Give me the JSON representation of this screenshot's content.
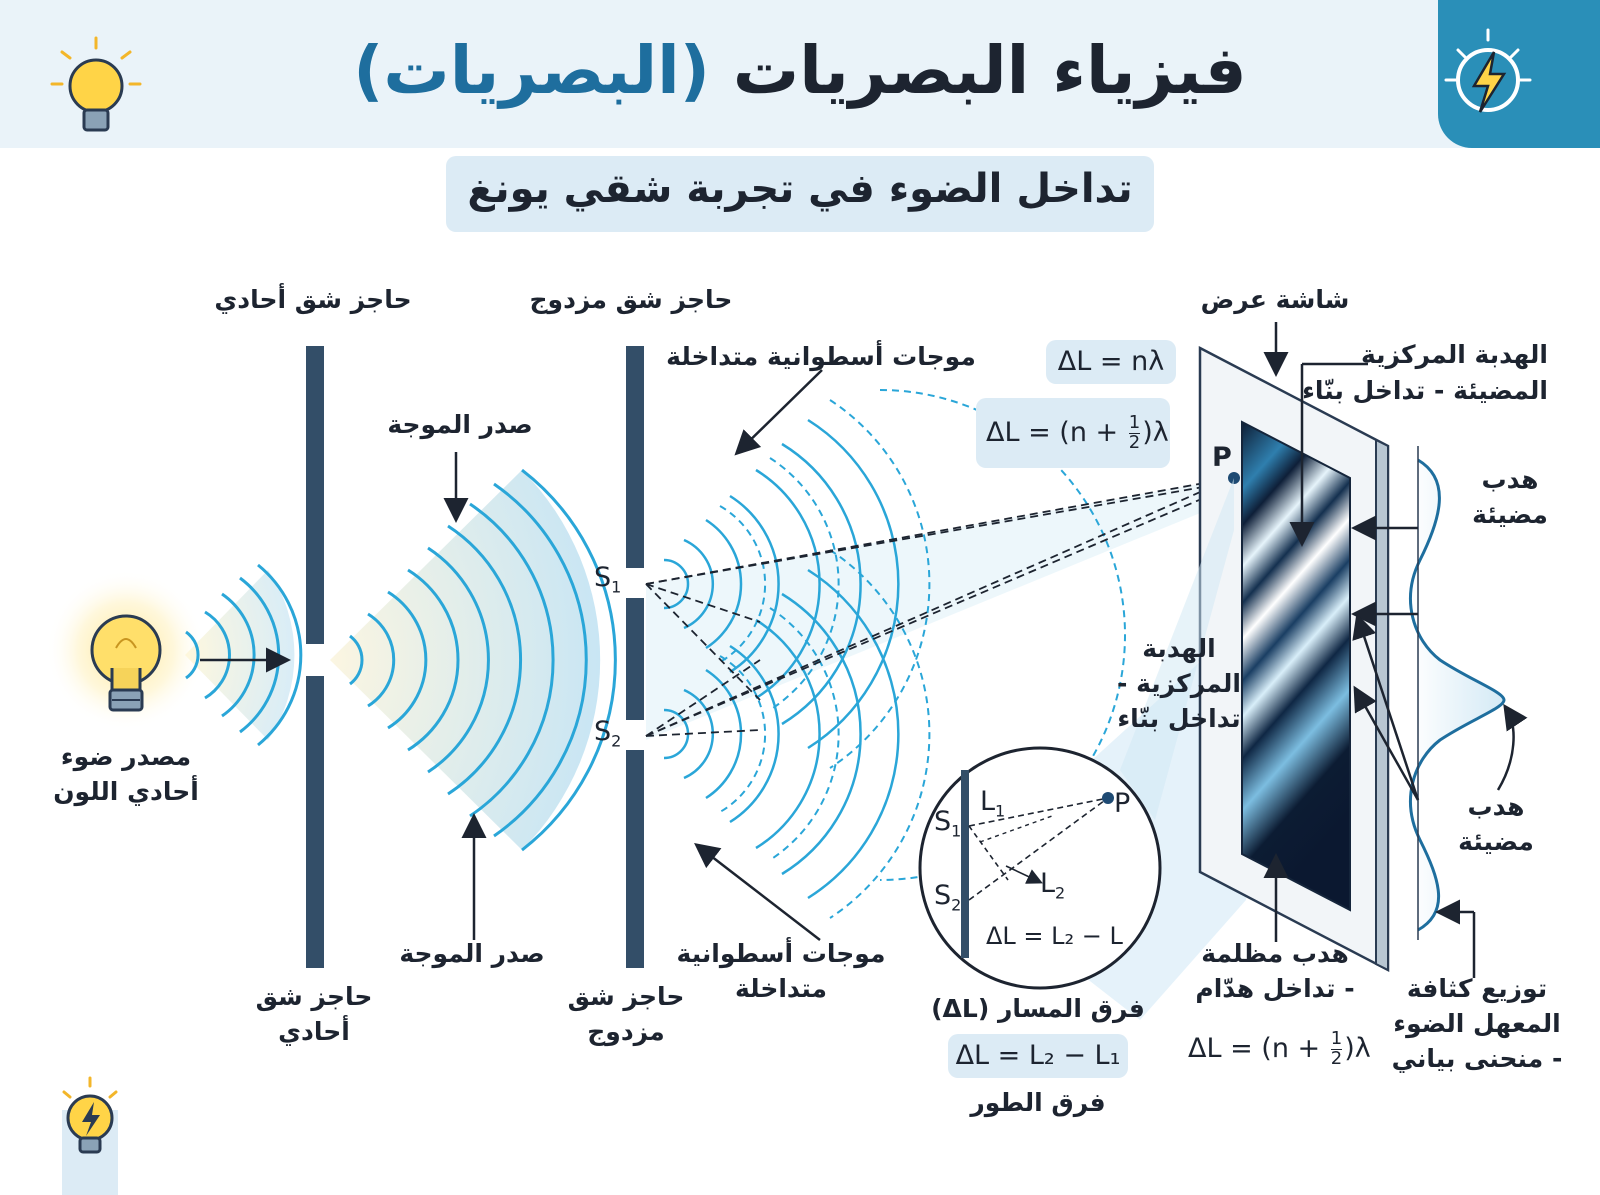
{
  "title_main": "فيزياء البصريات",
  "title_paren": "(البصريات)",
  "subtitle": "تداخل الضوء في تجربة شقي يونغ",
  "labels": {
    "single_slit_top": "حاجز شق أحادي",
    "double_slit_top": "حاجز شق مزدوج",
    "screen": "شاشة عرض",
    "wavefront_top": "صدر الموجة",
    "cyl_waves_top": "موجات أسطوانية متداخلة",
    "central_top_1": "الهدبة المركزية",
    "central_top_2": "المضيئة - تداخل بنّاء",
    "bright_1a": "هدب",
    "bright_1b": "مضيئة",
    "bright_2a": "هدب",
    "bright_2b": "مضيئة",
    "central_mid_1": "الهدبة",
    "central_mid_2": "المركزية -",
    "central_mid_3": "تداخل بنّاء",
    "source_1": "مصدر ضوء",
    "source_2": "أحادي اللون",
    "single_slit_bot_1": "حاجز شق",
    "single_slit_bot_2": "أحادي",
    "wavefront_bot": "صدر الموجة",
    "double_slit_bot_1": "حاجز شق",
    "double_slit_bot_2": "مزدوج",
    "cyl_waves_bot_1": "موجات أسطوانية",
    "cyl_waves_bot_2": "متداخلة",
    "path_diff": "فرق المسار (ΔL)",
    "phase_diff": "فرق الطور",
    "dark_1": "هدب مظلمة",
    "dark_2": "- تداخل هدّام",
    "intensity_1": "توزيع كثافة",
    "intensity_2": "المعهل الضوء",
    "intensity_3": "- منحنى بياني"
  },
  "symbols": {
    "s1": "S",
    "s2": "S",
    "sub1": "1",
    "sub2": "2",
    "p": "P",
    "l1": "L",
    "l2": "L"
  },
  "formulas": {
    "bright": "ΔL = nλ",
    "dark_prefix": "ΔL = (n + ",
    "dark_suffix": ")λ",
    "frac_num": "1",
    "frac_den": "2",
    "path_inset": "ΔL = L₂ − L",
    "path_main": "ΔL = L₂ − L₁",
    "dark_fringe_prefix": "ΔL = (n + ",
    "dark_fringe_suffix": ")λ"
  },
  "colors": {
    "accent": "#2a8fb8",
    "title_highlight": "#1e6e9e",
    "barrier": "#334e68",
    "wave": "#2aa6d8",
    "pill": "#dcebf5",
    "bulb": "#f7c531"
  },
  "icons": [
    "lightbulb-icon",
    "lightning-icon",
    "lightbulb-bolt-icon"
  ]
}
